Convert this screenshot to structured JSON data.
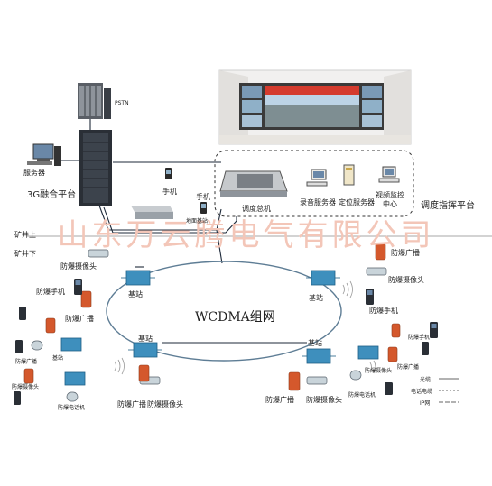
{
  "labels": {
    "pstn": "PSTN",
    "server": "服务器",
    "platform_3g": "3G融合平台",
    "phone_top": "手机",
    "phone_top2": "手机",
    "ground_bs": "地面基站",
    "console": "调度总机",
    "rec_server": "录音服务器",
    "loc_server": "定位服务器",
    "video_center": "视频监控中心",
    "dispatch_platform": "调度指挥平台",
    "mine_up": "矿井上",
    "mine_down": "矿井下",
    "network": "WCDMA组网",
    "bs_1": "基站",
    "bs_2": "基站",
    "bs_3": "基站",
    "bs_4": "基站",
    "ex_camera_1": "防爆摄像头",
    "ex_camera_2": "防爆摄像头",
    "ex_camera_3": "防爆摄像头",
    "ex_camera_4": "防爆摄像头",
    "ex_camera_5": "防爆摄像头",
    "ex_broadcast_1": "防爆广播",
    "ex_broadcast_2": "防爆广播",
    "ex_broadcast_3": "防爆广播",
    "ex_broadcast_4": "防爆广播",
    "ex_phone_1": "防爆手机",
    "ex_phone_2": "防爆手机",
    "ex_phone_3": "防爆手机",
    "ex_tel": "防爆电话机",
    "small_1": "基站",
    "small_2": "防爆广播",
    "small_3": "防爆摄像头",
    "small_4": "防爆电话机",
    "small_5": "防爆摄像头",
    "small_6": "防爆广播"
  },
  "legend": {
    "fiber": "光缆",
    "tel_cable": "电话电缆",
    "ip_net": "IP网"
  },
  "watermark": "山东万云腾电气有限公司",
  "colors": {
    "ring": "#5e7d95",
    "cable": "#1e2a3a",
    "orange": "#d4582c",
    "bs_blue": "#3e8fbd",
    "server_dark": "#2a2f36"
  }
}
